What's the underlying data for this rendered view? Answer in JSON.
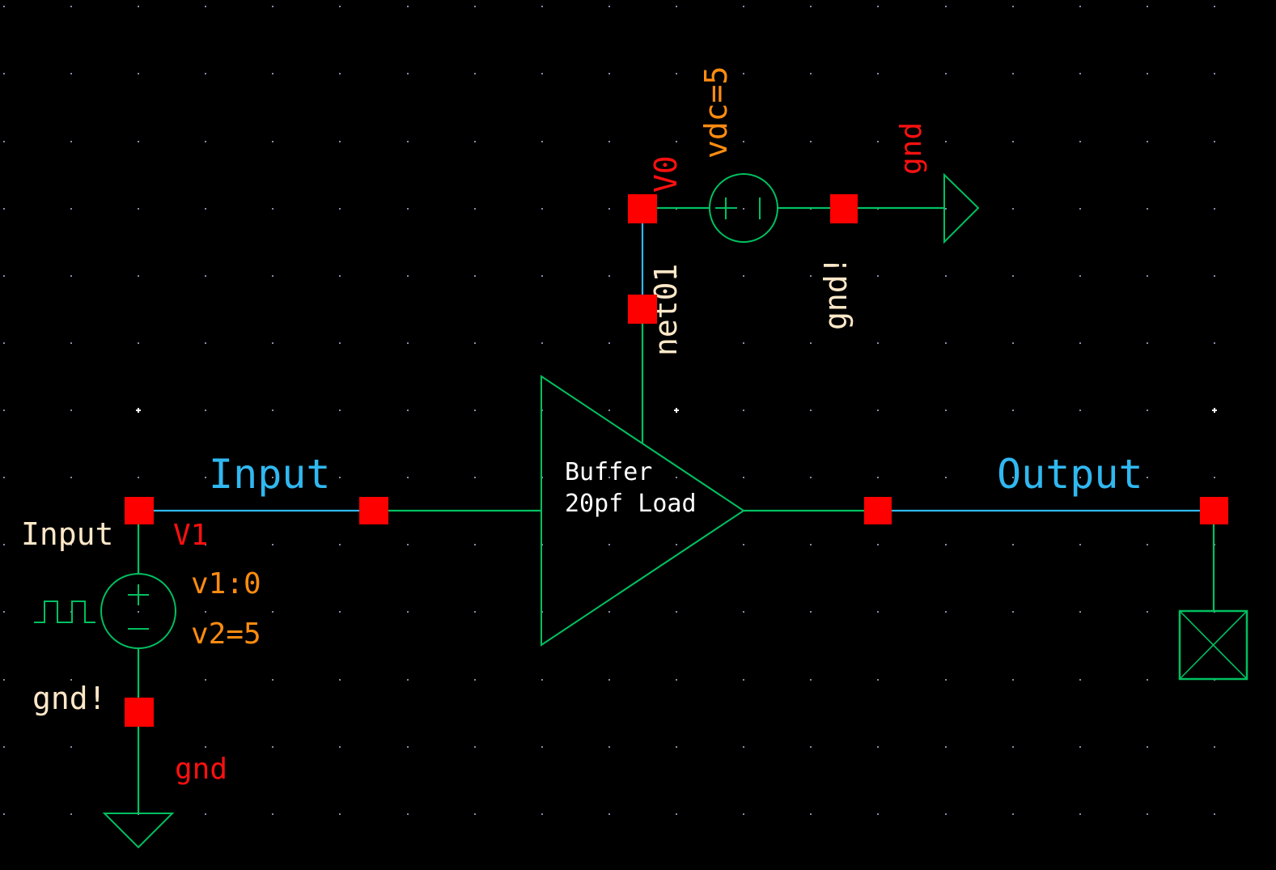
{
  "colors": {
    "background": "#000000",
    "grid_dot": "#8a8aa8",
    "grid_major": "#ffffff",
    "wire_green": "#00c060",
    "wire_blue": "#30b8f0",
    "pin_red": "#ff0000",
    "instance_label_red": "#ff1010",
    "param_orange": "#ff8c10",
    "pin_label_cream": "#ffe8c8",
    "symbol_text_white": "#ffffff",
    "net_label_blue": "#30b8f0"
  },
  "net_labels": {
    "input": "Input",
    "output": "Output"
  },
  "buffer": {
    "line1": "Buffer",
    "line2": "20pf Load"
  },
  "pulse_source": {
    "instance": "V1",
    "param1": "v1:0",
    "param2": "v2=5",
    "top_terminal": "Input",
    "bottom_terminal": "gnd!"
  },
  "ground_bottom": {
    "label": "gnd"
  },
  "dc_source": {
    "instance": "V0",
    "param": "vdc=5",
    "left_net": "net01",
    "right_terminal": "gnd!"
  },
  "ground_top": {
    "label": "gnd"
  }
}
